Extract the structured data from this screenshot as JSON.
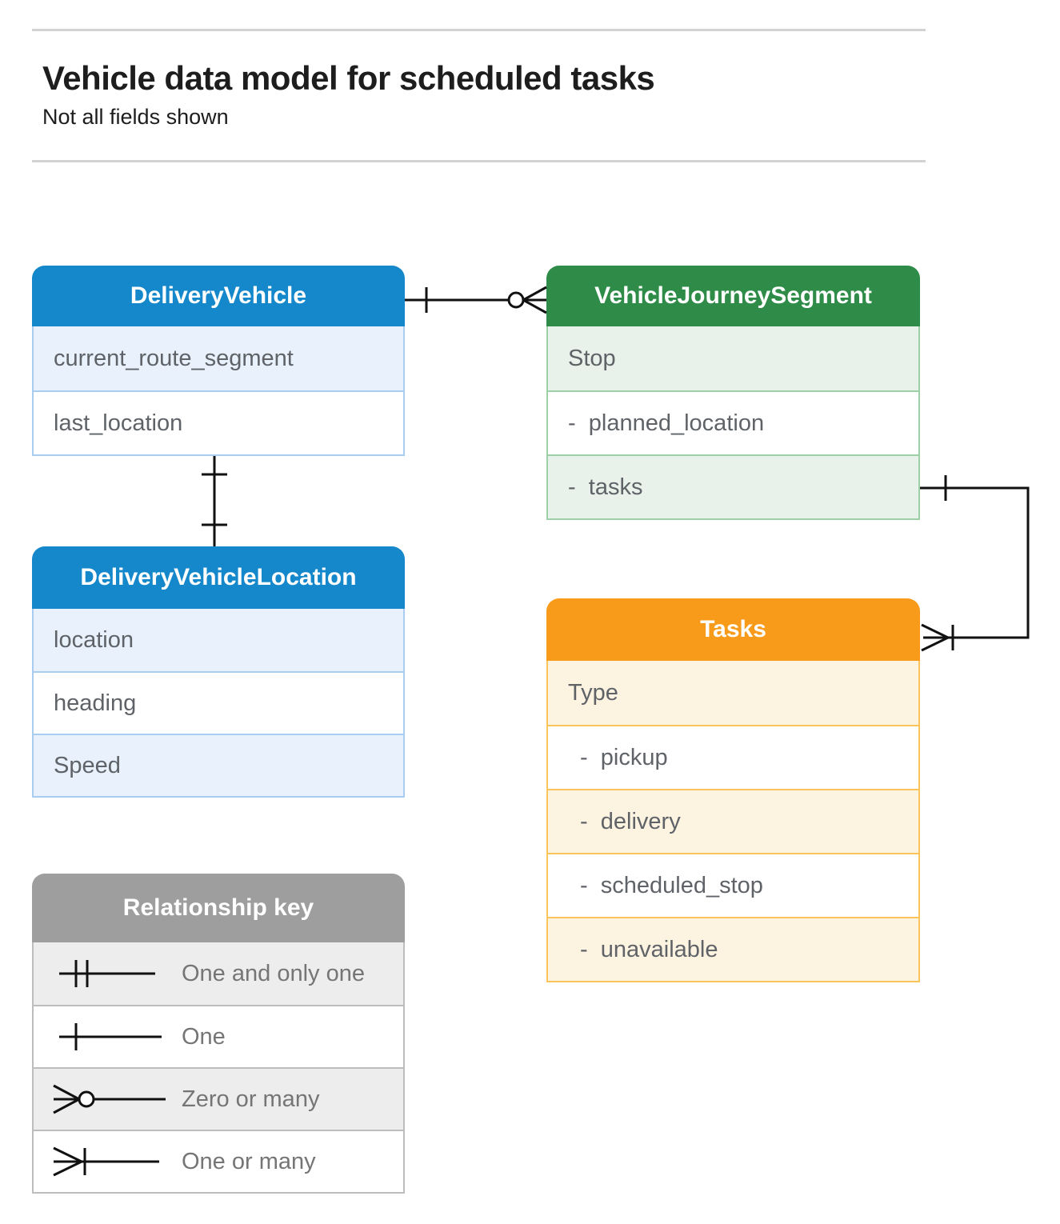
{
  "page": {
    "title": "Vehicle data model for scheduled tasks",
    "subtitle": "Not all fields shown"
  },
  "entities": {
    "delivery_vehicle": {
      "title": "DeliveryVehicle",
      "rows": [
        {
          "label": "current_route_segment"
        },
        {
          "label": "last_location"
        }
      ]
    },
    "vehicle_journey_segment": {
      "title": "VehicleJourneySegment",
      "rows": [
        {
          "label": "Stop"
        },
        {
          "label": "-  planned_location"
        },
        {
          "label": "-  tasks"
        }
      ]
    },
    "delivery_vehicle_location": {
      "title": "DeliveryVehicleLocation",
      "rows": [
        {
          "label": "location"
        },
        {
          "label": "heading"
        },
        {
          "label": "Speed"
        }
      ]
    },
    "tasks": {
      "title": "Tasks",
      "rows": [
        {
          "label": "Type"
        },
        {
          "label": "-  pickup"
        },
        {
          "label": "-  delivery"
        },
        {
          "label": "-  scheduled_stop"
        },
        {
          "label": "-  unavailable"
        }
      ]
    }
  },
  "relationship_key": {
    "title": "Relationship key",
    "items": [
      {
        "symbol": "one-and-only-one",
        "label": "One and only one"
      },
      {
        "symbol": "one",
        "label": "One"
      },
      {
        "symbol": "zero-or-many",
        "label": "Zero or many"
      },
      {
        "symbol": "one-or-many",
        "label": "One or many"
      }
    ]
  },
  "connectors": [
    {
      "from": "DeliveryVehicle",
      "to": "VehicleJourneySegment",
      "from_cardinality": "one",
      "to_cardinality": "zero-or-many"
    },
    {
      "from": "DeliveryVehicle",
      "to": "DeliveryVehicleLocation",
      "from_cardinality": "one",
      "to_cardinality": "one"
    },
    {
      "from": "VehicleJourneySegment.tasks",
      "to": "Tasks",
      "from_cardinality": "one",
      "to_cardinality": "one-or-many"
    }
  ],
  "colors": {
    "blue_header": "#1588cb",
    "blue_row": "#e8f1fc",
    "blue_border": "#a9cdf1",
    "green_header": "#2e8b48",
    "green_row": "#e8f2ea",
    "green_border": "#9ed0a8",
    "orange_header": "#f89b1b",
    "orange_row": "#fdf3e1",
    "orange_border": "#fbc55b",
    "gray_header": "#9e9e9e",
    "gray_row": "#ededed",
    "gray_border": "#bdbdbd",
    "row_text": "#5f6368",
    "key_text": "#757575",
    "line": "#111111",
    "divider": "#d2d2d2"
  }
}
